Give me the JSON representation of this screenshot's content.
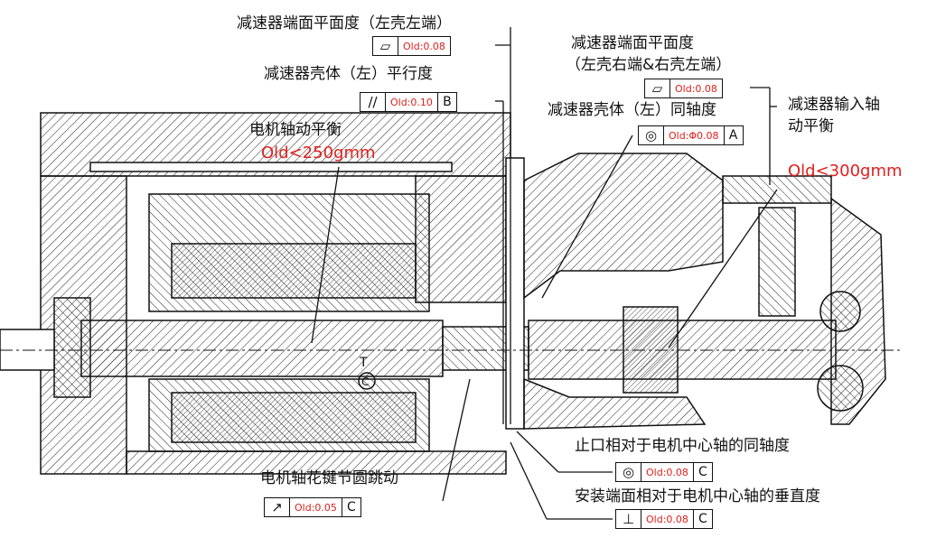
{
  "annotations": {
    "flatness_left": "减速器端面平面度（左壳左端）",
    "parallelism_left": "减速器壳体（左）平行度",
    "flatness_both_1": "减速器端面平面度",
    "flatness_both_2": "（左壳右端&右壳左端）",
    "coaxial_left": "减速器壳体（左）同轴度",
    "input_shaft_1": "减速器输入轴",
    "input_shaft_2": "动平衡",
    "input_shaft_value": "Old<300gmm",
    "motor_balance": "电机轴动平衡",
    "motor_balance_value": "Old<250gmm",
    "spline_runout": "电机轴花键节圆跳动",
    "spigot_coaxial": "止口相对于电机中心轴的同轴度",
    "mount_perpendicular": "安装端面相对于电机中心轴的垂直度",
    "datum_marker": "T",
    "datum_circle": "C"
  },
  "frames": {
    "f1": {
      "symbol": "▱",
      "value": "Old:0.08",
      "datum": ""
    },
    "f2": {
      "symbol": "//",
      "value": "Old:0.10",
      "datum": "B"
    },
    "f3": {
      "symbol": "▱",
      "value": "Old:0.08",
      "datum": ""
    },
    "f4": {
      "symbol": "◎",
      "value": "Old:Φ0.08",
      "datum": "A"
    },
    "f5": {
      "symbol": "↗",
      "value": "Old:0.05",
      "datum": "C"
    },
    "f6": {
      "symbol": "◎",
      "value": "Old:0.08",
      "datum": "C"
    },
    "f7": {
      "symbol": "⊥",
      "value": "Old:0.08",
      "datum": "C"
    }
  },
  "colors": {
    "ink": "#111111",
    "tolerance": "#e0201c"
  }
}
